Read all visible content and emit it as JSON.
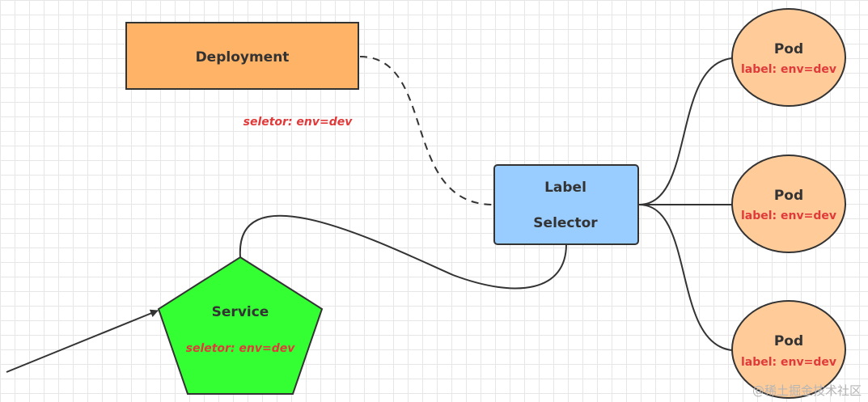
{
  "deployment": {
    "label": "Deployment",
    "selector": "seletor:  env=dev",
    "fill": "#ffb366"
  },
  "label_selector": {
    "line1": "Label",
    "line2": "Selector",
    "fill": "#99ccff"
  },
  "service": {
    "label": "Service",
    "selector": "seletor:  env=dev",
    "fill": "#33ff33"
  },
  "pods": [
    {
      "label": "Pod",
      "sublabel": "label: env=dev"
    },
    {
      "label": "Pod",
      "sublabel": "label: env=dev"
    },
    {
      "label": "Pod",
      "sublabel": "label: env=dev"
    }
  ],
  "pod_fill": "#ffcc99",
  "accent_red": "#e03a3a",
  "watermark": "@稀土掘金技术社区"
}
